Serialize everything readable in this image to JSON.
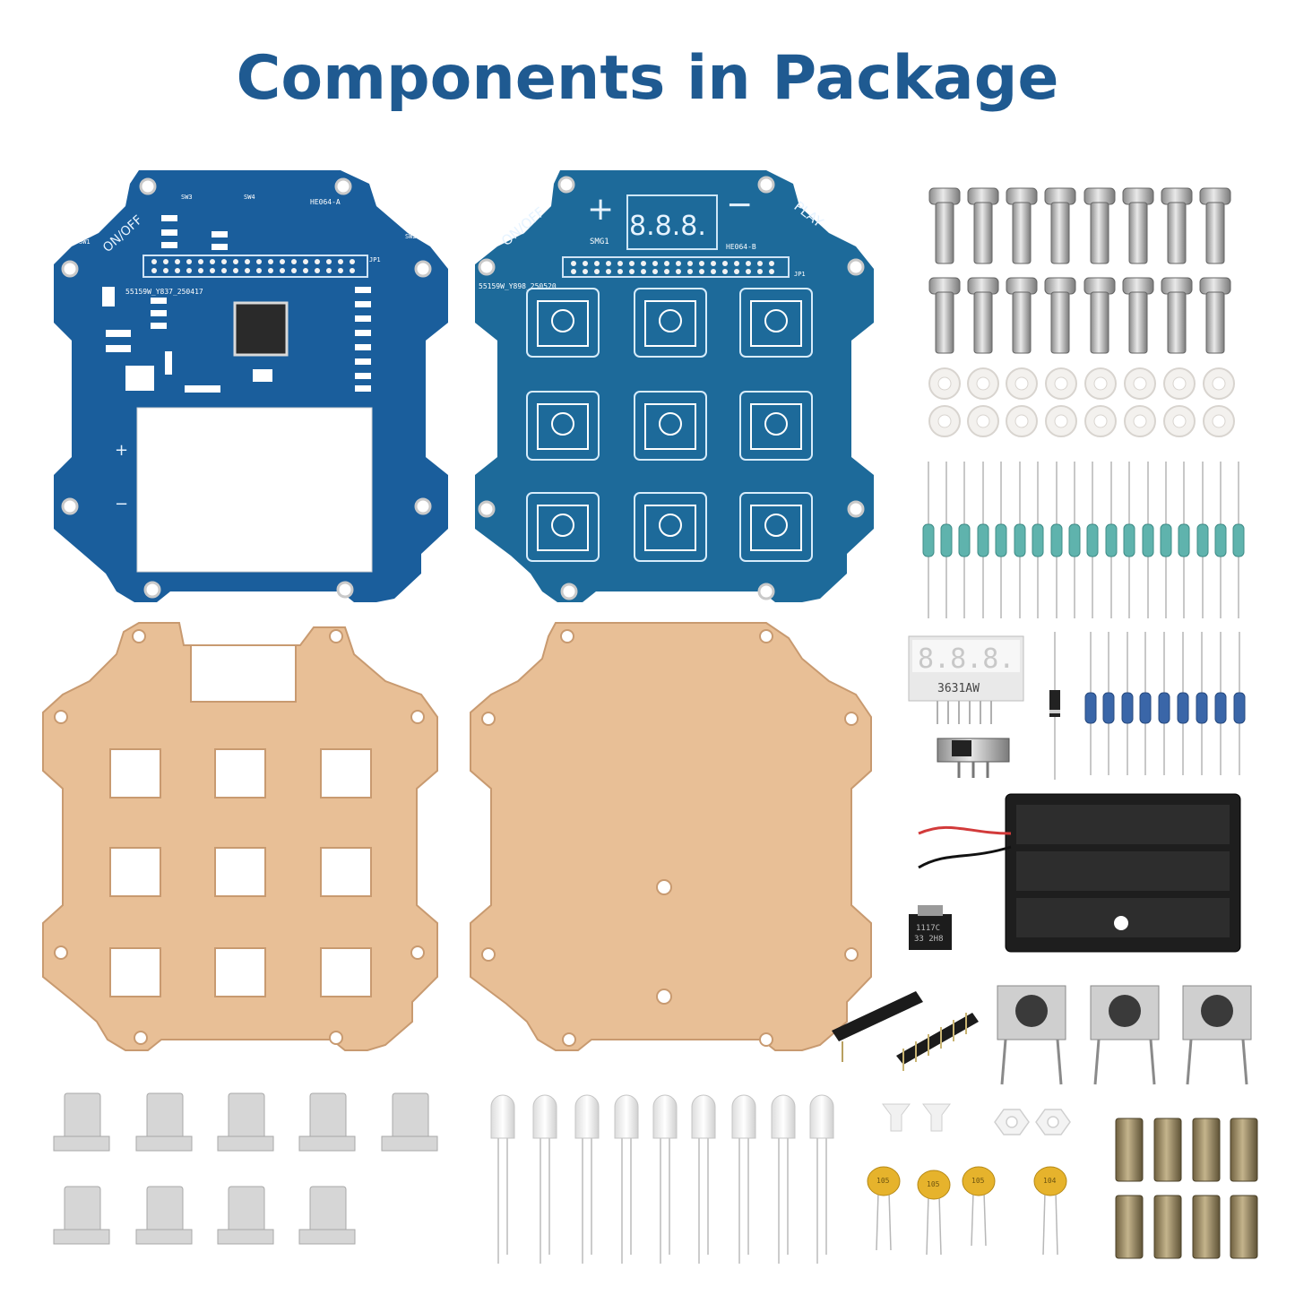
{
  "title": "Components in Package",
  "pcb_a": {
    "name_label": "HE064-A",
    "serial": "55159W_Y837_250417",
    "header_label": "JP1",
    "switch_labels": [
      "SW3",
      "SW4",
      "SW2",
      "SW1"
    ],
    "power_label": "ON/OFF",
    "plus": "+",
    "minus": "−",
    "color": "#1a5e9c"
  },
  "pcb_b": {
    "name_label": "HE064-B",
    "serial": "55159W_Y898_250520",
    "display_label": "SMG1",
    "header_label": "JP1",
    "power_label": "ON/OFF",
    "play_label": "PLAY",
    "plus": "+",
    "minus": "−",
    "display_digits": "8.8.8.",
    "color": "#1d6a9a"
  },
  "parts": {
    "seven_segment_label": "3631AW",
    "regulator_label_1": "1117C",
    "regulator_label_2": "33 2H8",
    "cap_label_a": "105",
    "cap_label_b": "104"
  },
  "colors": {
    "title": "#1f5a91",
    "acrylic": "#e8bf96",
    "acrylic_edge": "#c89a70"
  }
}
